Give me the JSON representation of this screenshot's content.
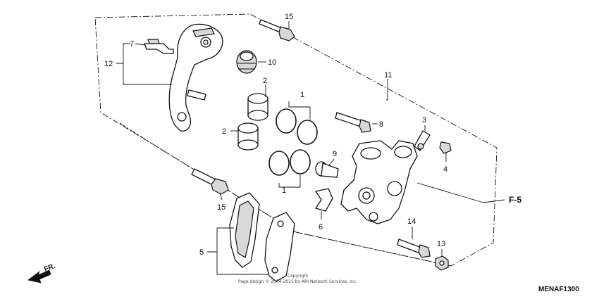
{
  "diagram": {
    "callouts": {
      "p1_top": "1",
      "p1_bottom": "1",
      "p2_top": "2",
      "p2_left": "2",
      "p3": "3",
      "p4": "4",
      "p5": "5",
      "p6": "6",
      "p7": "7",
      "p8": "8",
      "p9": "9",
      "p10": "10",
      "p11": "11",
      "p12": "12",
      "p13": "13",
      "p14": "14",
      "p15_top": "15",
      "p15_bottom": "15"
    },
    "reference": "F-5",
    "direction": "FR.",
    "diagram_code": "MENAF1300",
    "copyright_line1": "Copyright",
    "copyright_line2": "Page design © 2004-2021 by ARI Network Services, Inc."
  }
}
